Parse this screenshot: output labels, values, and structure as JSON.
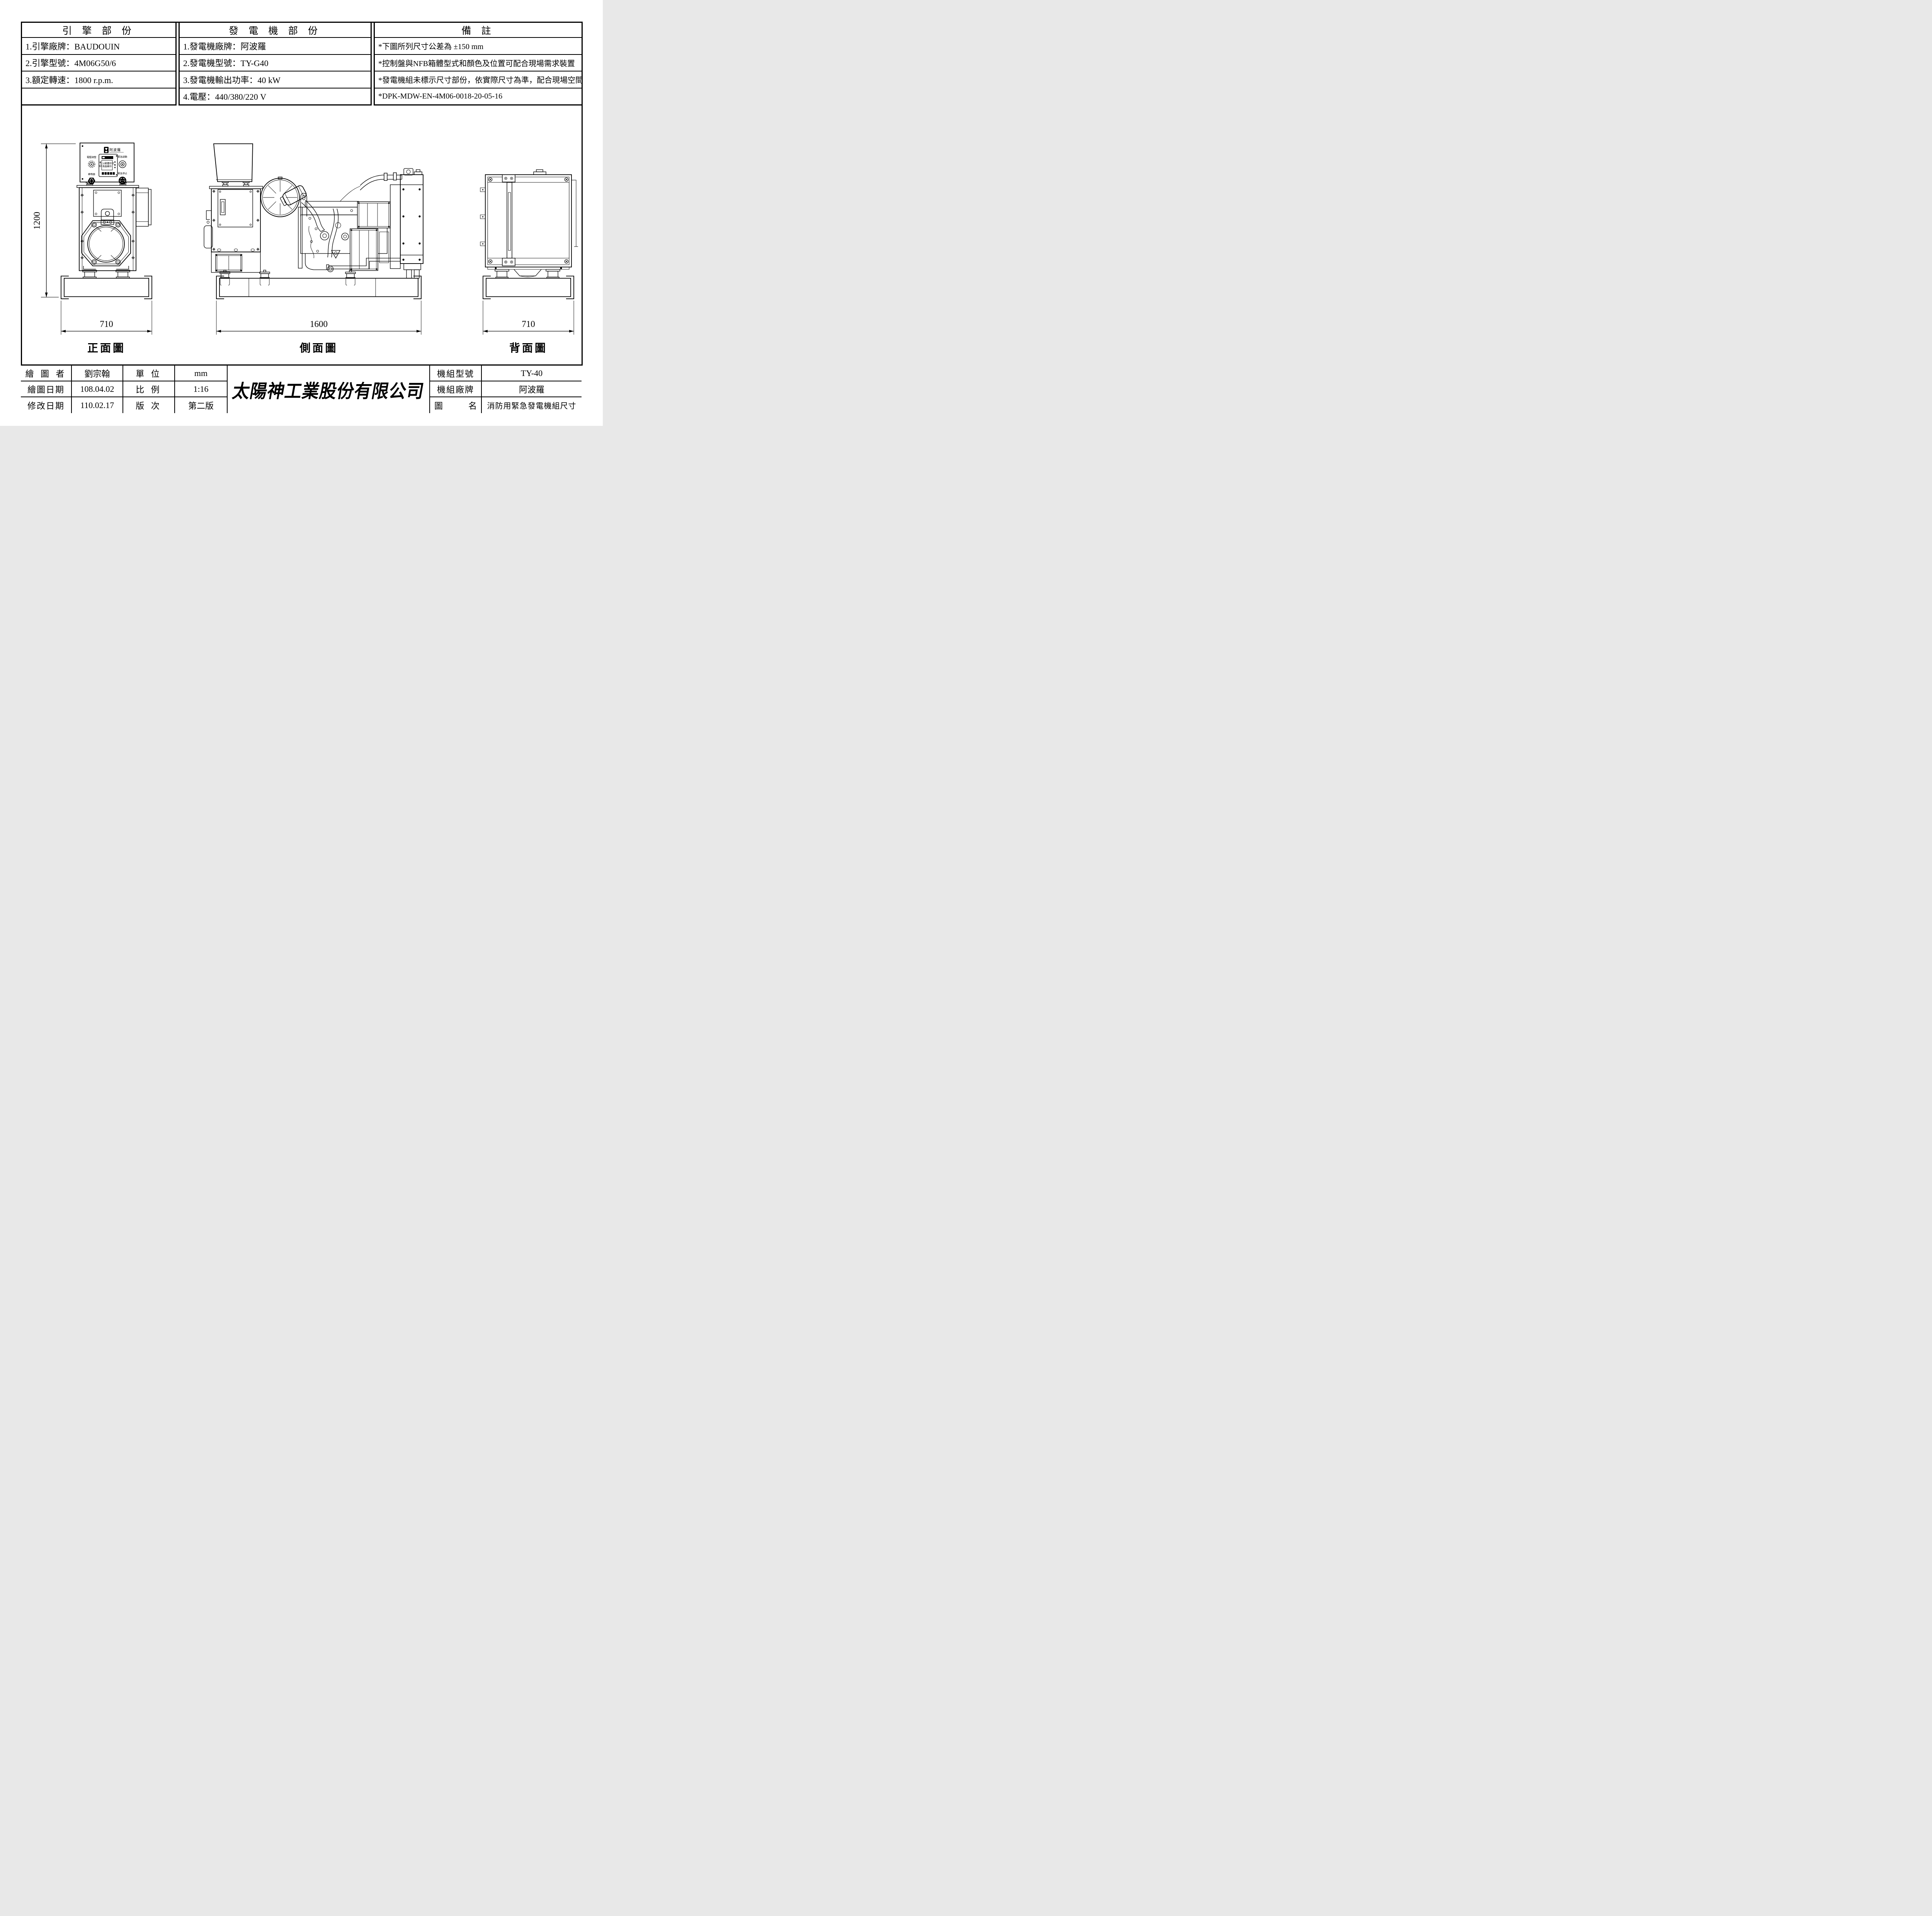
{
  "spec_tables": {
    "engine": {
      "header": "引 擎 部 份",
      "rows": [
        "1.引擎廠牌：BAUDOUIN",
        "2.引擎型號：4M06G50/6",
        "3.額定轉速：1800 r.p.m.",
        ""
      ]
    },
    "generator": {
      "header": "發 電 機 部 份",
      "rows": [
        "1.發電機廠牌：阿波羅",
        "2.發電機型號：TY-G40",
        "3.發電機輸出功率：40 kW",
        "4.電壓：440/380/220 V"
      ]
    },
    "remarks": {
      "header": "備 註",
      "rows": [
        "*下圖所列尺寸公差為 ±150 mm",
        "*控制盤與NFB箱體型式和顏色及位置可配合現場需求裝置",
        "*發電機組未標示尺寸部份，依實際尺寸為準，配合現場空間調整",
        "*DPK-MDW-EN-4M06-0018-20-05-16"
      ]
    }
  },
  "views": {
    "front": {
      "title": "正面圖",
      "width_dim": "710",
      "height_dim": "1200"
    },
    "side": {
      "title": "側面圖",
      "width_dim": "1600"
    },
    "back": {
      "title": "背面圖",
      "width_dim": "710"
    }
  },
  "control_panel": {
    "brand": "阿波羅",
    "voltage_knob_label": "電壓調整",
    "buzzer_label": "蜂鳴器",
    "emergency_start_label": "緊急啟動",
    "emergency_stop_label": "緊急停止",
    "lcd_line1": "LCD繁體中文",
    "lcd_line2": "液晶顯示",
    "stop_button_label": "STOP"
  },
  "title_block": {
    "company": "太陽神工業股份有限公司",
    "drawer_label": "繪 圖 者",
    "drawer": "劉宗翰",
    "unit_label": "單 位",
    "unit": "mm",
    "draw_date_label": "繪圖日期",
    "draw_date": "108.04.02",
    "scale_label": "比 例",
    "scale": "1:16",
    "revise_date_label": "修改日期",
    "revise_date": "110.02.17",
    "version_label": "版 次",
    "version": "第二版",
    "model_label": "機組型號",
    "model": "TY-40",
    "brand_label": "機組廠牌",
    "brand": "阿波羅",
    "drawing_name_label": "圖　　　名",
    "drawing_name": "消防用緊急發電機組尺寸"
  }
}
